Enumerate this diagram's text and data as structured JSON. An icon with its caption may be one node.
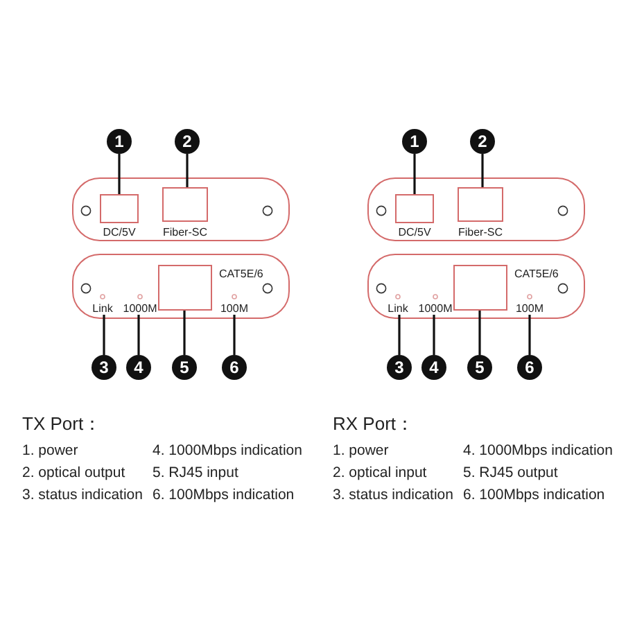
{
  "diagram": {
    "nodes": [
      {
        "text": [
          "1"
        ]
      },
      {
        "text": [
          "2"
        ]
      },
      {
        "text": [],
        "shape": "box"
      },
      {
        "text": [],
        "shape": "box",
        "in": 2,
        "beside": [
          "DC/5V"
        ]
      },
      {
        "text": [],
        "shape": "box",
        "in": 2,
        "beside": [
          "Fiber-SC"
        ]
      },
      {
        "text": [],
        "shape": "box"
      },
      {
        "text": [
          "Link"
        ],
        "in": 5
      },
      {
        "text": [
          "1000M"
        ],
        "in": 5
      },
      {
        "text": [],
        "shape": "box",
        "in": 5
      },
      {
        "text": [
          "100M"
        ],
        "in": 5
      },
      {
        "text": [
          "3"
        ]
      },
      {
        "text": [
          "4"
        ]
      },
      {
        "text": [
          "5"
        ]
      },
      {
        "text": [
          "6"
        ]
      },
      {
        "text": [
          "1"
        ]
      },
      {
        "text": [
          "2"
        ]
      },
      {
        "text": [],
        "shape": "box"
      },
      {
        "text": [],
        "shape": "box",
        "in": 16,
        "beside": [
          "DC/5V"
        ]
      },
      {
        "text": [],
        "shape": "box",
        "in": 16,
        "beside": [
          "Fiber-SC"
        ]
      },
      {
        "text": [],
        "shape": "box"
      },
      {
        "text": [
          "Link"
        ],
        "in": 19
      },
      {
        "text": [
          "1000M"
        ],
        "in": 19
      },
      {
        "text": [],
        "shape": "box",
        "in": 19
      },
      {
        "text": [
          "100M"
        ],
        "in": 19
      },
      {
        "text": [
          "3"
        ]
      },
      {
        "text": [
          "4"
        ]
      },
      {
        "text": [
          "5"
        ]
      },
      {
        "text": [
          "6"
        ]
      }
    ],
    "edges": [
      {
        "from": 0,
        "to": 3,
        "arrow": "none"
      },
      {
        "from": 1,
        "to": 4,
        "arrow": "none"
      },
      {
        "from": 10,
        "to": 6,
        "arrow": "none"
      },
      {
        "from": 11,
        "to": 7,
        "arrow": "none"
      },
      {
        "from": 12,
        "to": 8,
        "arrow": "none"
      },
      {
        "from": 13,
        "to": 9,
        "arrow": "none"
      },
      {
        "from": 14,
        "to": 17,
        "arrow": "none"
      },
      {
        "from": 15,
        "to": 18,
        "arrow": "none"
      },
      {
        "from": 24,
        "to": 20,
        "arrow": "none"
      },
      {
        "from": 25,
        "to": 21,
        "arrow": "none"
      },
      {
        "from": 26,
        "to": 22,
        "arrow": "none"
      },
      {
        "from": 27,
        "to": 23,
        "arrow": "none"
      }
    ],
    "labels": [
      "CAT5E/6",
      "CAT5E/6",
      "TX Port：",
      "1. power",
      "4. 1000Mbps indication",
      "2. optical output",
      "5. RJ45 input",
      "3. status indication",
      "6. 100Mbps indication",
      "RX Port：",
      "1. power",
      "4. 1000Mbps indication",
      "2. optical input",
      "5. RJ45 output",
      "3. status indication",
      "6. 100Mbps indication"
    ]
  }
}
